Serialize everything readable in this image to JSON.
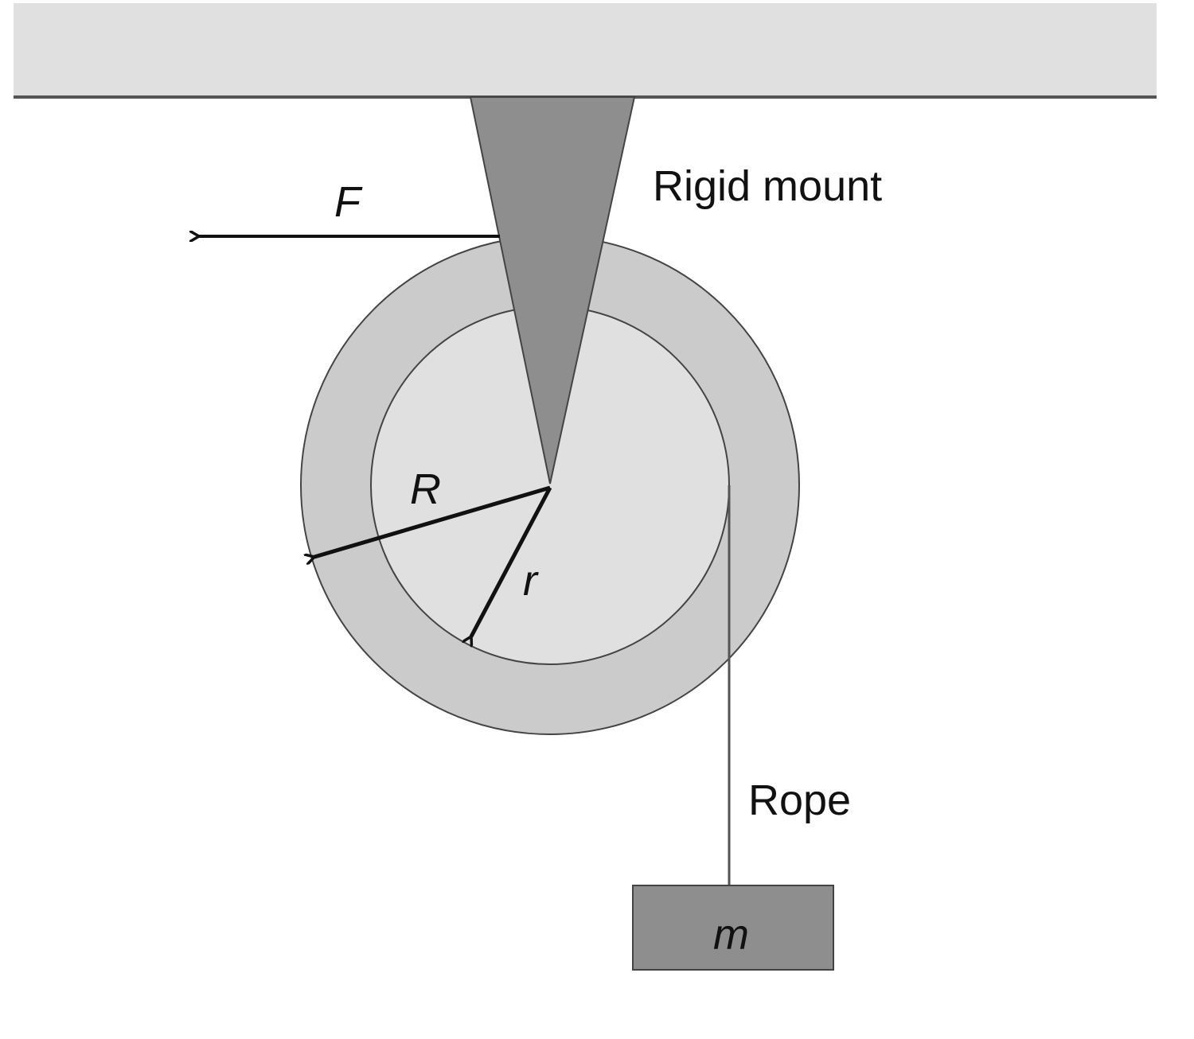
{
  "labels": {
    "mount": "Rigid mount",
    "force": "F",
    "outer_radius": "R",
    "inner_radius": "r",
    "rope": "Rope",
    "mass": "m"
  },
  "colors": {
    "ceiling_fill": "#e0e0e0",
    "ceiling_edge": "#555555",
    "mount_fill": "#8e8e8e",
    "outer_disk_fill": "#cbcbcb",
    "inner_disk_fill": "#e0e0e0",
    "mass_fill": "#8e8e8e",
    "arrow": "#111111",
    "outline": "#444444"
  }
}
